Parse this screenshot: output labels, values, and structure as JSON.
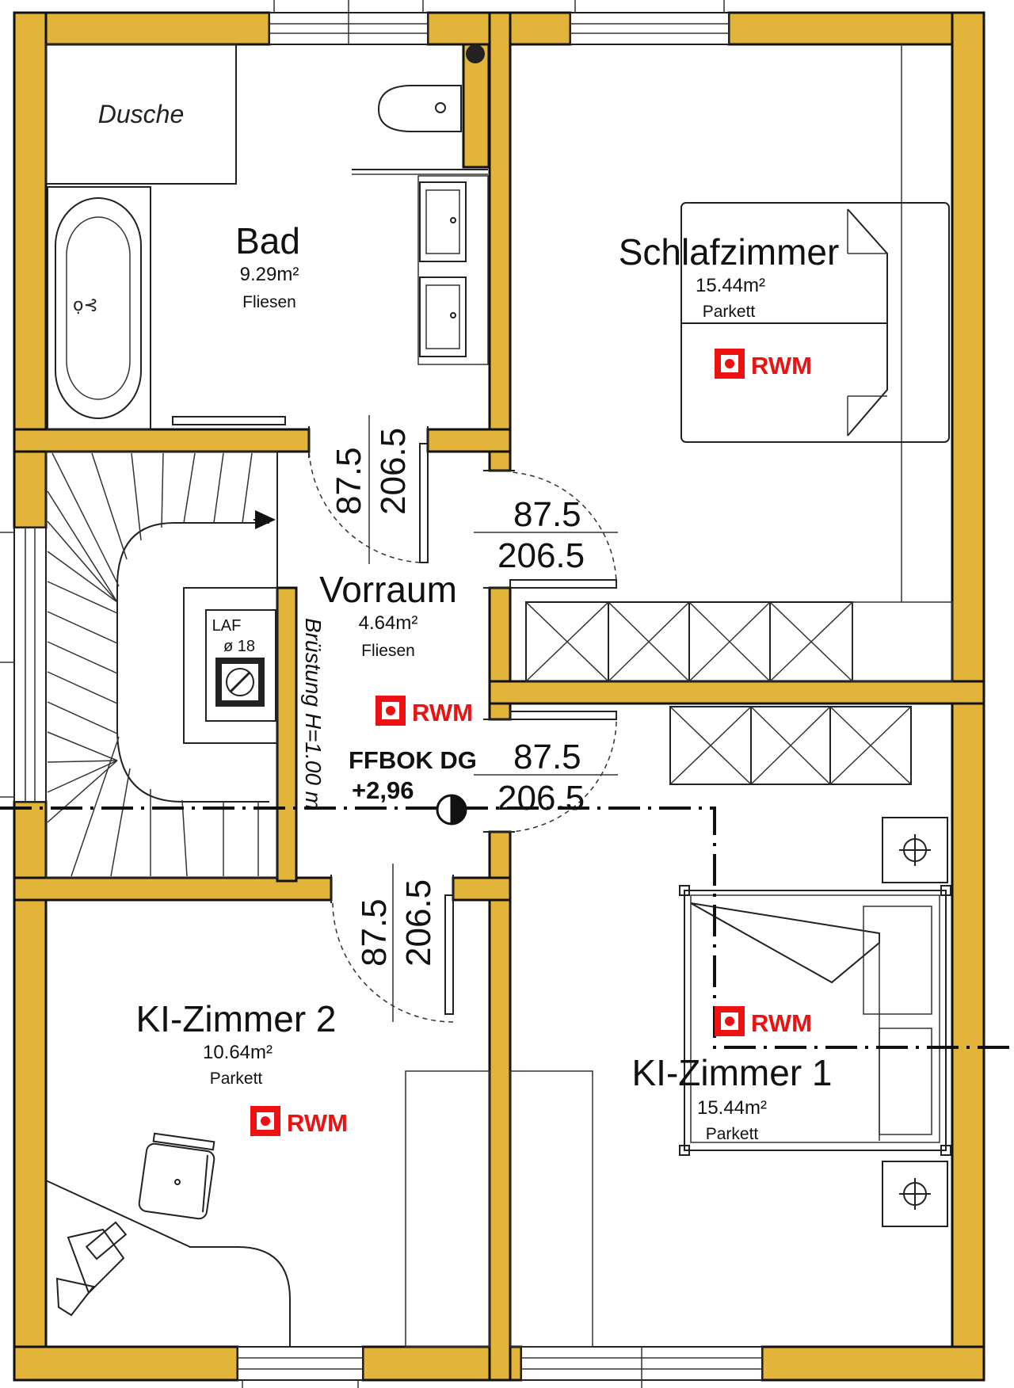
{
  "colors": {
    "wall_fill": "#e3b43a",
    "rwm": "#ee1111",
    "line": "#111111"
  },
  "rooms": {
    "dusche": {
      "name": "Dusche"
    },
    "bad": {
      "name": "Bad",
      "area": "9.29m²",
      "floor": "Fliesen"
    },
    "schlafzimmer": {
      "name": "Schlafzimmer",
      "area": "15.44m²",
      "floor": "Parkett"
    },
    "vorraum": {
      "name": "Vorraum",
      "area": "4.64m²",
      "floor": "Fliesen"
    },
    "kizimmer2": {
      "name": "KI-Zimmer 2",
      "area": "10.64m²",
      "floor": "Parkett"
    },
    "kizimmer1": {
      "name": "KI-Zimmer 1",
      "area": "15.44m²",
      "floor": "Parkett"
    }
  },
  "door_dims": {
    "width": "87.5",
    "height": "206.5"
  },
  "marker": {
    "rwm": "RWM"
  },
  "shaft": {
    "label": "LAF",
    "diameter": "ø 18"
  },
  "railing": {
    "label": "Brüstung H=1.00 m"
  },
  "level": {
    "label": "FFBOK DG",
    "value": "+2,96"
  },
  "icons": [
    "smoke-detector-icon",
    "socket-crosshair-icon",
    "toilet-icon",
    "sink-icon",
    "bathtub-icon",
    "bed-icon",
    "chair-icon",
    "desk-lamp-icon"
  ]
}
